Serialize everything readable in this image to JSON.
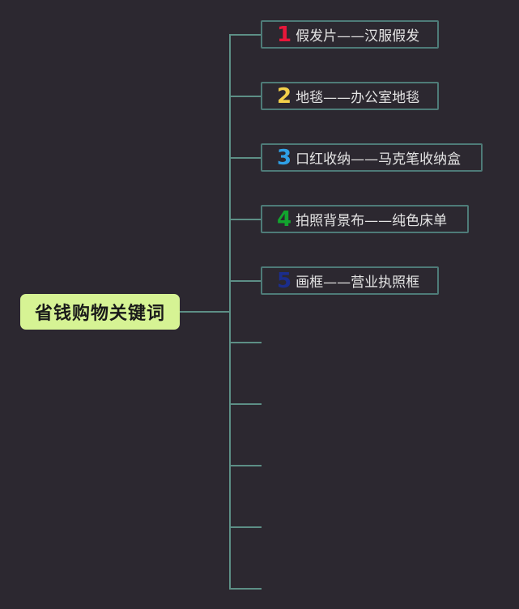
{
  "root": {
    "label": "省钱购物关键词"
  },
  "branches": [
    {
      "number": "1",
      "text": "假发片——汉服假发",
      "color": "#e8173a"
    },
    {
      "number": "2",
      "text": "地毯——办公室地毯",
      "color": "#f3d04a"
    },
    {
      "number": "3",
      "text": "口红收纳——马克笔收纳盒",
      "color": "#2fa0e6"
    },
    {
      "number": "4",
      "text": "拍照背景布——纯色床单",
      "color": "#12a52e"
    },
    {
      "number": "5",
      "text": "画框——营业执照框",
      "color": "#1b2d8c"
    }
  ],
  "empty_branch_count": 5,
  "colors": {
    "background": "#2c2830",
    "connector": "#5d8f86",
    "root_fill": "#d6f394",
    "node_border": "#4e7b78"
  }
}
